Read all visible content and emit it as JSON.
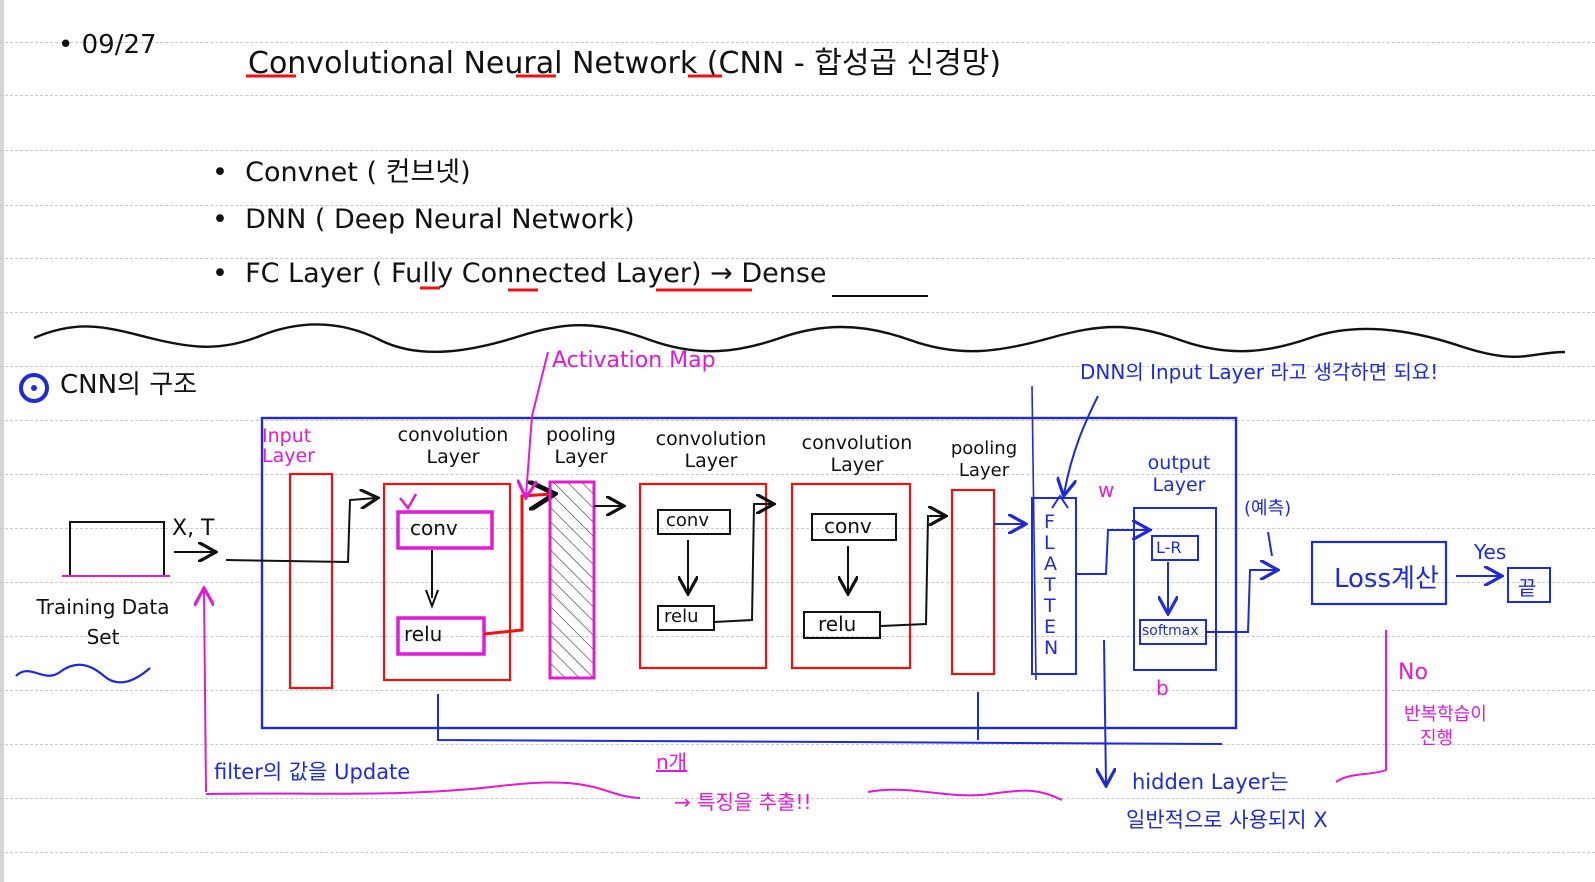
{
  "header": {
    "date": "09/27",
    "title": "Convolutional Neural Network (CNN - 합성곱 신경망)"
  },
  "bullets": [
    {
      "text": "Convnet ( 컨브넷)"
    },
    {
      "text": "DNN ( Deep Neural Network)"
    },
    {
      "text": "FC Layer ( Fully Connected Layer) → Dense"
    }
  ],
  "section": {
    "title": "CNN의 구조"
  },
  "diagram": {
    "training_box_label": "Training Data Set",
    "xt_label": "X, T",
    "input_layer_label": "Input Layer",
    "conv1_label": "convolution Layer",
    "pool1_label": "pooling Layer",
    "conv2_label": "convolution Layer",
    "conv3_label": "convolution Layer",
    "pool2_label": "pooling Layer",
    "activation_map_label": "Activation Map",
    "dnn_note": "DNN의 Input Layer 라고 생각하면 되요!",
    "output_layer_label": "output Layer",
    "w_label": "w",
    "b_label": "b",
    "prediction_label": "(예측)",
    "conv_box": "conv",
    "relu_box": "relu",
    "flatten_letters": [
      "F",
      "L",
      "A",
      "T",
      "T",
      "E",
      "N"
    ],
    "lr_box": "L-R",
    "softmax_box": "softmax",
    "loss_box": "Loss계산",
    "yes_label": "Yes",
    "end_box": "끝",
    "no_label": "No",
    "repeat_note_1": "반복학습이",
    "repeat_note_2": "진행",
    "filter_update_note": "filter의 값을 Update",
    "n_count": "n개",
    "feature_note": "→ 특징을 추출!!",
    "hidden_note_1": "hidden Layer는",
    "hidden_note_2": "일반적으로 사용되지 X"
  },
  "colors": {
    "ink": "#111111",
    "pink": "#e01ad6",
    "red": "#ee1111",
    "blue": "#1f2bd8"
  }
}
